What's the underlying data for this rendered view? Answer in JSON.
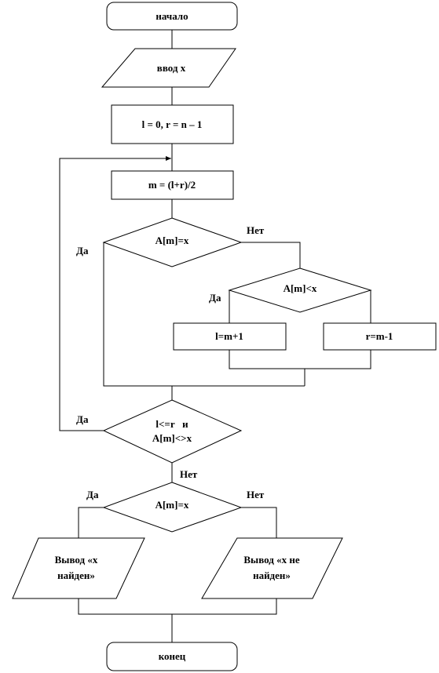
{
  "flowchart": {
    "start_label": "начало",
    "input_label": "ввод x",
    "init_label": "l = 0, r = n – 1",
    "mid_label": "m = (l+r)/2",
    "check_equal_label": "A[m]=x",
    "check_less_label": "A[m]<x",
    "left_update_label": "l=m+1",
    "right_update_label": "r=m-1",
    "loop_condition_line1": "l<=r   и",
    "loop_condition_line2": "A[m]<>x",
    "final_check_label": "A[m]=x",
    "output_found_line1": "Вывод «x",
    "output_found_line2": "найден»",
    "output_not_found_line1": "Вывод «x не",
    "output_not_found_line2": "найден»",
    "end_label": "конец",
    "branch_labels": {
      "check_equal_yes": "Да",
      "check_equal_no": "Нет",
      "check_less_yes": "Да",
      "loop_yes": "Да",
      "loop_no": "Нет",
      "final_yes": "Да",
      "final_no": "Нет"
    }
  }
}
